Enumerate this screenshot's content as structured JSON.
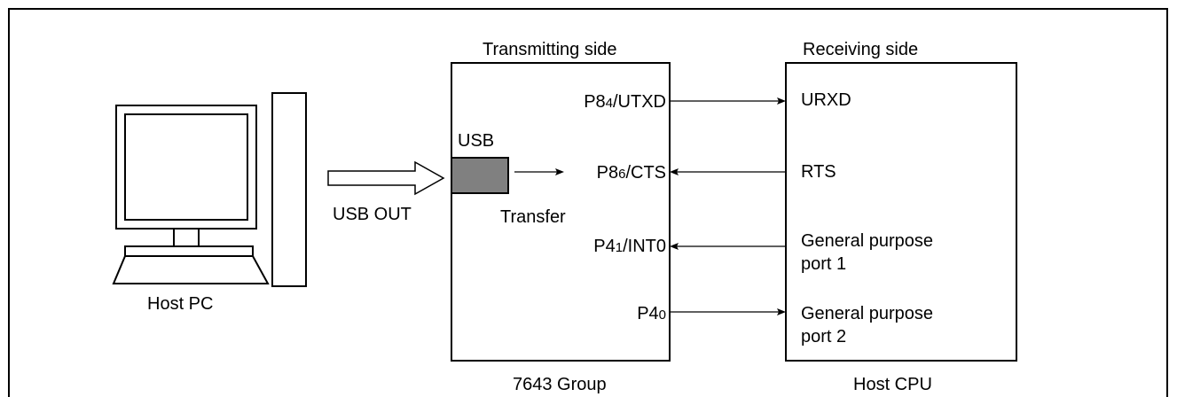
{
  "host_pc": {
    "label": "Host PC"
  },
  "usb_out": {
    "label": "USB OUT"
  },
  "transmitter": {
    "title": "Transmitting side",
    "caption": "7643 Group",
    "usb_label": "USB",
    "transfer_label": "Transfer",
    "pins": [
      {
        "main": "P8",
        "sub": "4",
        "suffix": "/UTXD"
      },
      {
        "main": "P8",
        "sub": "6",
        "suffix": "/CTS"
      },
      {
        "main": "P4",
        "sub": "1",
        "suffix": "/INT0"
      },
      {
        "main": "P4",
        "sub": "0",
        "suffix": ""
      }
    ]
  },
  "receiver": {
    "title": "Receiving side",
    "caption": "Host CPU",
    "signals": [
      "URXD",
      "RTS",
      "General purpose\nport 1",
      "General purpose\nport 2"
    ]
  },
  "colors": {
    "usb_block": "#808080",
    "stroke": "#000000"
  }
}
